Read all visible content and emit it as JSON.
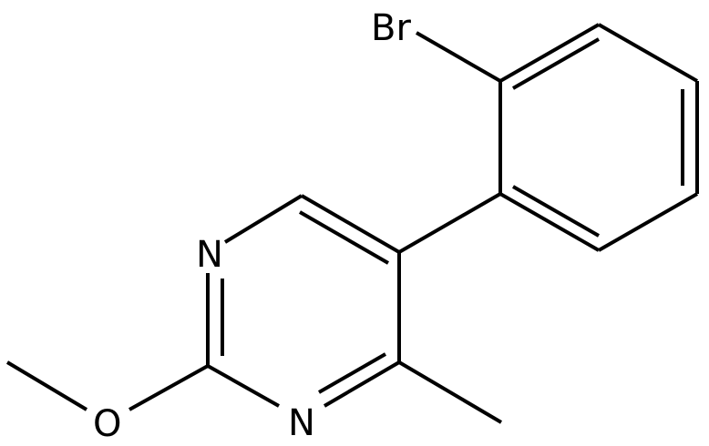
{
  "structure": {
    "atoms": {
      "bromine": "Br",
      "nitrogen_upper": "N",
      "nitrogen_lower": "N",
      "oxygen": "O"
    }
  }
}
